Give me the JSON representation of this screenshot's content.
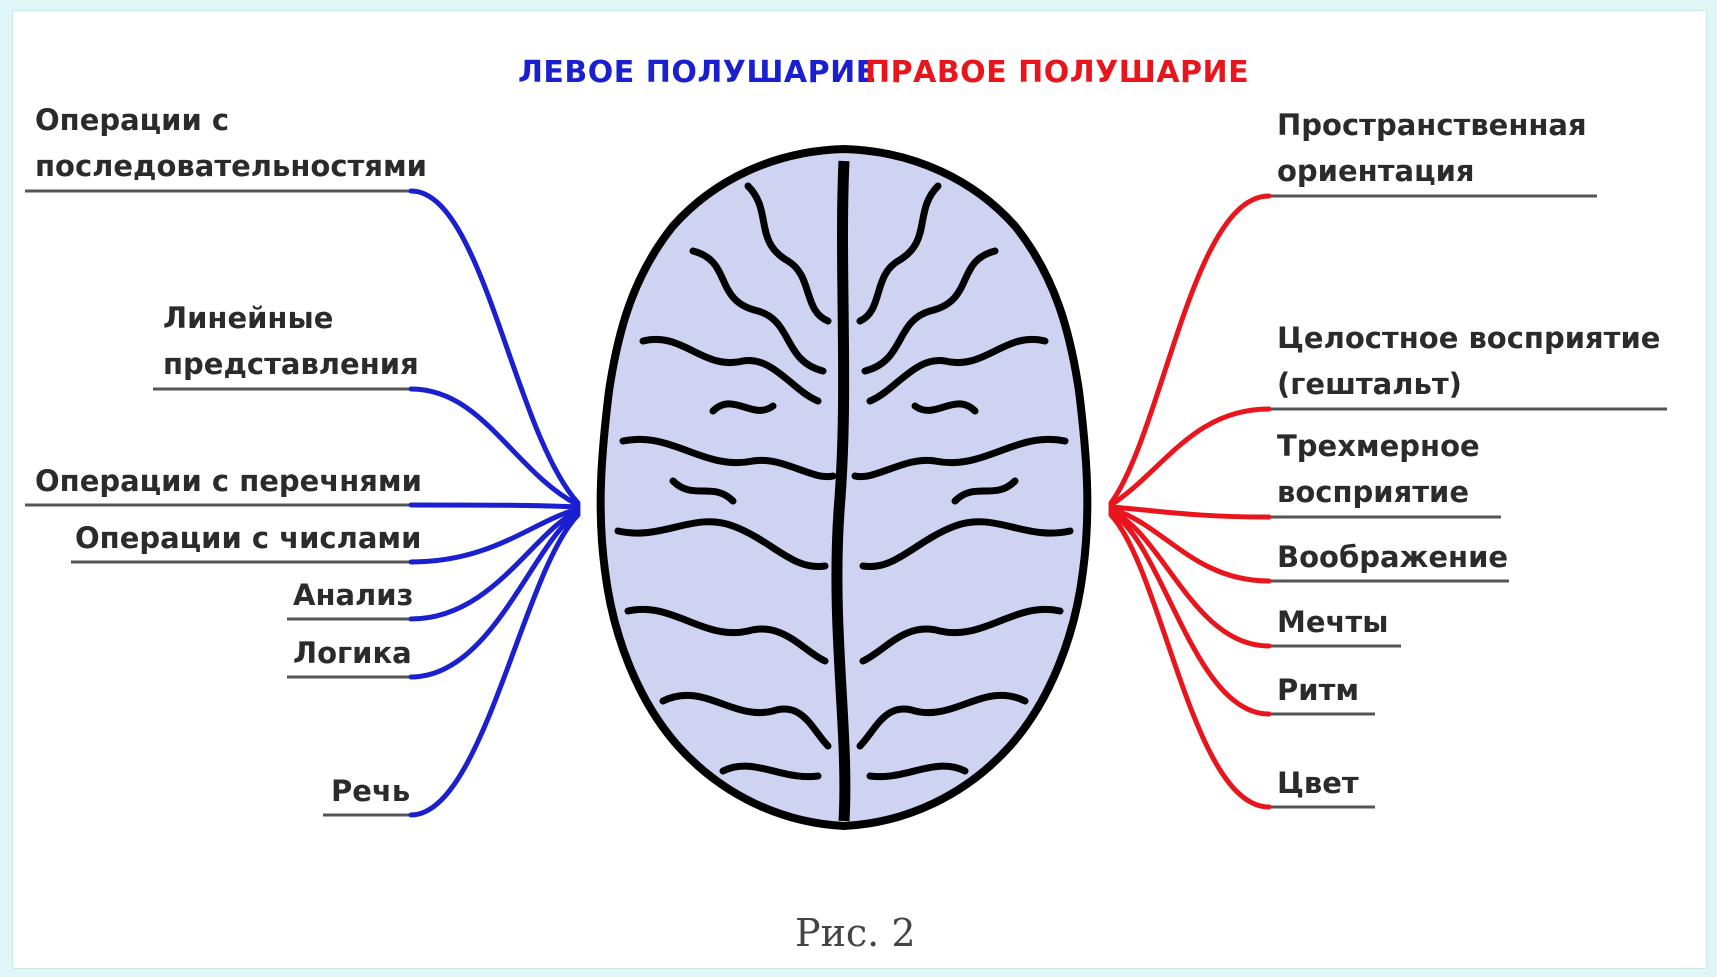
{
  "headings": {
    "left": "ЛЕВОЕ ПОЛУШАРИЕ",
    "right": "ПРАВОЕ ПОЛУШАРИЕ"
  },
  "left_labels": [
    "Операции с\nпоследовательностями",
    "Линейные\nпредставления",
    "Операции с перечнями",
    "Операции с числами",
    "Анализ",
    "Логика",
    "Речь"
  ],
  "right_labels": [
    "Пространственная\nориентация",
    "Целостное восприятие\n(гештальт)",
    "Трехмерное\nвосприятие",
    "Воображение",
    "Мечты",
    "Ритм",
    "Цвет"
  ],
  "caption": "Рис. 2",
  "colors": {
    "left": "#1a1fd0",
    "right": "#e8161c",
    "brain_fill": "#cdd3f0",
    "underline": "#555555"
  }
}
